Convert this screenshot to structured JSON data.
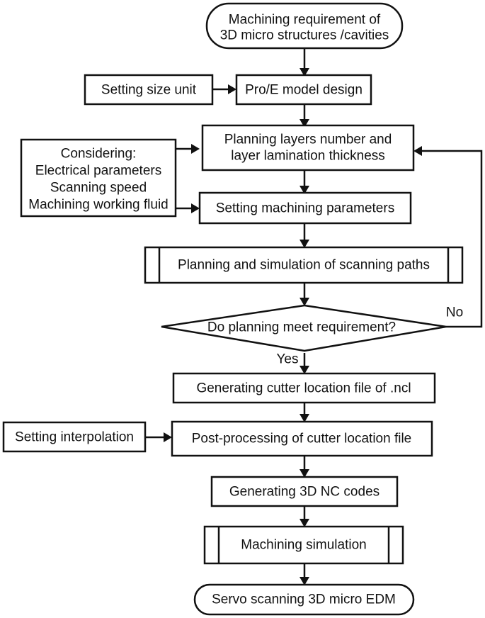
{
  "diagram": {
    "nodes": {
      "start": {
        "lines": [
          "Machining requirement of",
          "3D micro structures /cavities"
        ]
      },
      "size_unit": {
        "lines": [
          "Setting size unit"
        ]
      },
      "model": {
        "lines": [
          "Pro/E model design"
        ]
      },
      "considering": {
        "lines": [
          "Considering:",
          "Electrical parameters",
          "Scanning speed",
          "Machining working fluid"
        ]
      },
      "layers": {
        "lines": [
          "Planning layers number and",
          "layer lamination thickness"
        ]
      },
      "params": {
        "lines": [
          "Setting machining parameters"
        ]
      },
      "paths": {
        "lines": [
          "Planning and simulation of scanning paths"
        ]
      },
      "decision": {
        "lines": [
          "Do planning meet requirement?"
        ]
      },
      "cutter": {
        "lines": [
          "Generating cutter location file of .ncl"
        ]
      },
      "interp": {
        "lines": [
          "Setting interpolation"
        ]
      },
      "post": {
        "lines": [
          "Post-processing of cutter location file"
        ]
      },
      "nc": {
        "lines": [
          "Generating 3D NC codes"
        ]
      },
      "sim": {
        "lines": [
          "Machining simulation"
        ]
      },
      "end": {
        "lines": [
          "Servo scanning 3D micro EDM"
        ]
      }
    },
    "edge_labels": {
      "yes": "Yes",
      "no": "No"
    }
  }
}
